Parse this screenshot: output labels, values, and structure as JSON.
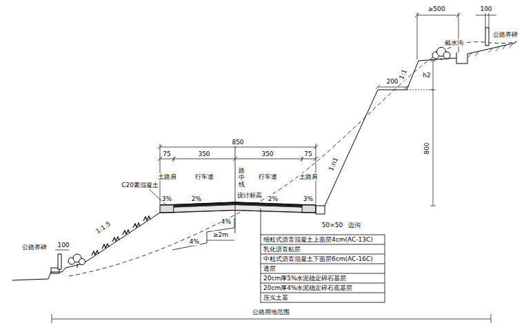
{
  "diagram": {
    "labels": [
      "≥500",
      "100",
      "截水沟",
      "公路界碑",
      "200",
      "1:1",
      "h2",
      "800",
      "1:n1",
      "850",
      "75",
      "350",
      "350",
      "75",
      "路中线",
      "土路肩",
      "行车道",
      "行车道",
      "土路肩",
      "C20素混凝土",
      "3%",
      "2%",
      "设计标高",
      "2%",
      "3%",
      "4%",
      "4%",
      "≥2m",
      "1:1.5",
      "公路界碑",
      "100",
      "50×50",
      "边沟",
      "细粒式沥青混凝土上面层4cm(AC-13C)",
      "乳化沥青粘层",
      "中粒式沥青混凝土下面层6cm(AC-16C)",
      "透层",
      "20cm厚5%水泥稳定碎石基层",
      "20cm厚4%水泥稳定碎石底基层",
      "压实土基",
      "公路用地范围"
    ]
  }
}
